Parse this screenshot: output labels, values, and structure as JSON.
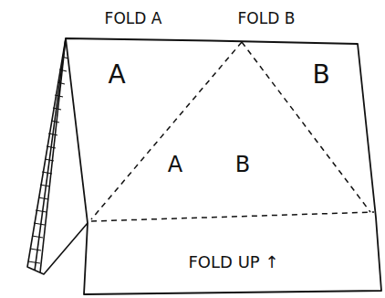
{
  "diagram": {
    "labels": [
      "FOLD A",
      "FOLD B",
      "A",
      "B",
      "A",
      "B",
      "FOLD UP ↑"
    ]
  }
}
